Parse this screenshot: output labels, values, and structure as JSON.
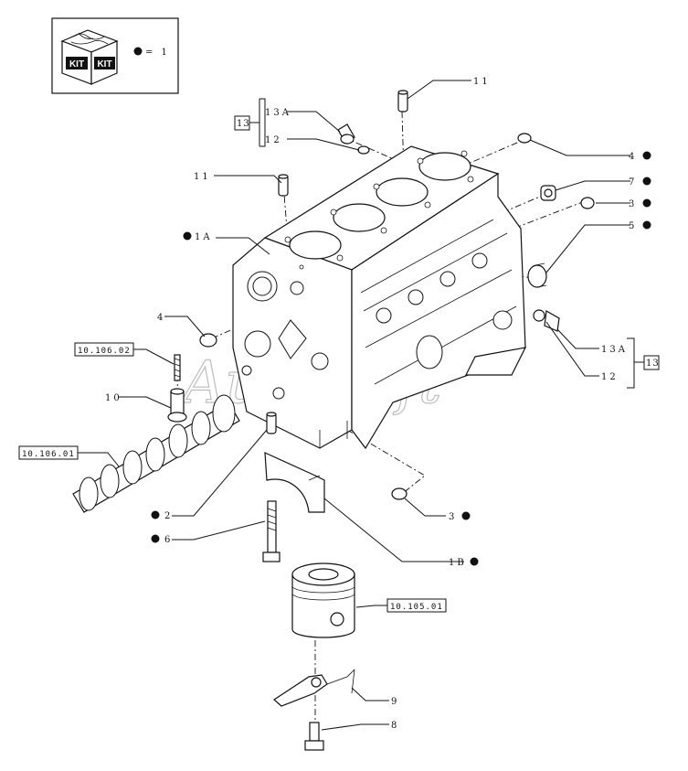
{
  "kit_legend": {
    "icon_words": [
      "KIT",
      "KIT"
    ],
    "equals_text": "= 1"
  },
  "watermark": "AutoSoft",
  "callouts": {
    "c1A": "1A",
    "c1B": "1B",
    "c2": "2",
    "c3_top": "3",
    "c3_bottom": "3",
    "c4_left": "4",
    "c4_right": "4",
    "c5": "5",
    "c6": "6",
    "c7": "7",
    "c8": "8",
    "c9": "9",
    "c10": "10",
    "c11_top": "11",
    "c11_left": "11",
    "c12_top": "12",
    "c12_right": "12",
    "c13_top": "13",
    "c13_right": "13",
    "c13A_top": "13A",
    "c13A_right": "13A"
  },
  "references": {
    "ref_cam_bolt": "10.106.02",
    "ref_camshaft": "10.106.01",
    "ref_piston": "10.105.01"
  }
}
